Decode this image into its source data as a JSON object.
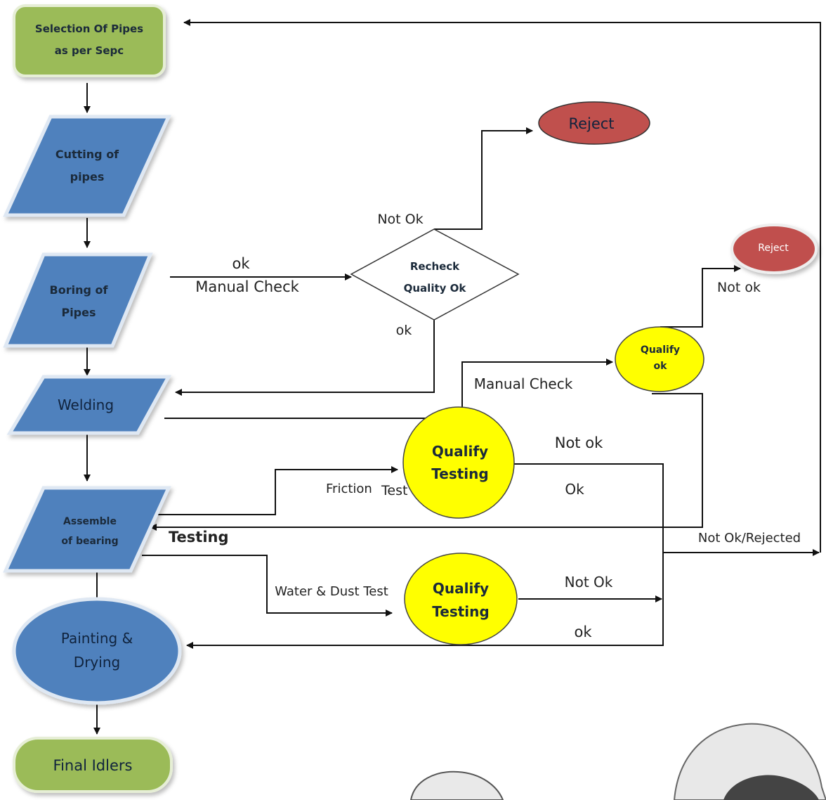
{
  "nodes": {
    "selection": [
      "Selection Of Pipes",
      "as per Sepc"
    ],
    "cutting": [
      "Cutting of",
      "pipes"
    ],
    "boring": [
      "Boring of",
      "Pipes"
    ],
    "welding": "Welding",
    "assemble": [
      "Assemble",
      "of bearing"
    ],
    "painting": [
      "Painting &",
      "Drying"
    ],
    "final": "Final Idlers",
    "recheck": [
      "Recheck",
      "Quality Ok"
    ],
    "reject_top": "Reject",
    "reject_right": "Reject",
    "qualify_ok": [
      "Qualify",
      "ok"
    ],
    "qualify_testing_1": [
      "Qualify",
      "Testing"
    ],
    "qualify_testing_2": [
      "Qualify",
      "Testing"
    ]
  },
  "labels": {
    "ok_1": "ok",
    "manual_check_1": "Manual Check",
    "not_ok_1": "Not Ok",
    "ok_2": "ok",
    "not_ok_2": "Not ok",
    "manual_check_2": "Manual Check",
    "not_ok_3": "Not ok",
    "friction": "Friction",
    "test": "Test",
    "ok_3": "Ok",
    "testing": "Testing",
    "not_ok_rejected": "Not Ok/Rejected",
    "water_dust": "Water & Dust Test",
    "not_ok_4": "Not Ok",
    "ok_4": "ok"
  },
  "colors": {
    "process_blue": "#4f81bd",
    "terminal_green": "#9bbb59",
    "reject_red": "#c0504d",
    "test_yellow": "#ffff00"
  }
}
